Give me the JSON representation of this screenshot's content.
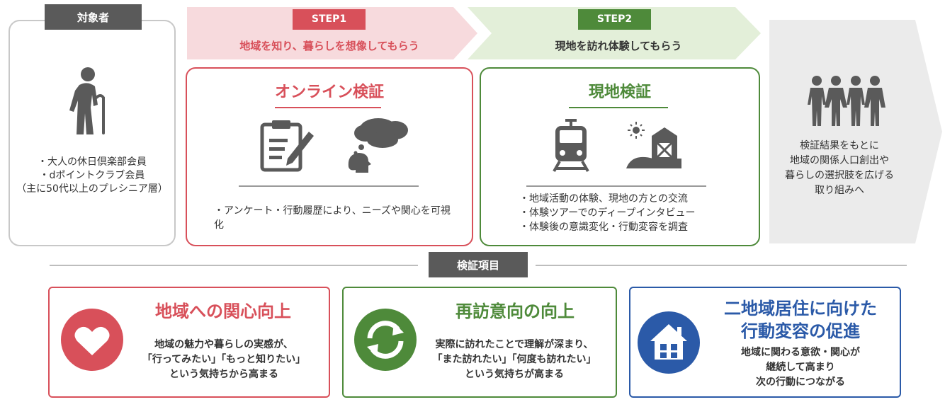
{
  "target": {
    "label": "対象者",
    "line1": "・大人の休日倶楽部会員",
    "line2": "・dポイントクラブ会員",
    "line3": "（主に50代以上のプレシニア層）"
  },
  "step1": {
    "badge": "STEP1",
    "subtitle": "地域を知り、暮らしを想像してもらう",
    "card_title": "オンライン検証",
    "body": "・アンケート・行動履歴により、ニーズや関心を可視化"
  },
  "step2": {
    "badge": "STEP2",
    "subtitle": "現地を訪れ体験してもらう",
    "card_title": "現地検証",
    "body_line1": "・地域活動の体験、現地の方との交流",
    "body_line2": "・体験ツアーでのディープインタビュー",
    "body_line3": "・体験後の意識変化・行動変容を調査"
  },
  "result": {
    "line1": "検証結果をもとに",
    "line2": "地域の関係人口創出や",
    "line3": "暮らしの選択肢を広げる",
    "line4": "取り組みへ"
  },
  "verification": {
    "label": "検証項目"
  },
  "items": [
    {
      "title": "地域への関心向上",
      "desc1": "地域の魅力や暮らしの実感が、",
      "desc2": "「行ってみたい」「もっと知りたい」",
      "desc3": "という気持ちから高まる"
    },
    {
      "title": "再訪意向の向上",
      "desc1": "実際に訪れたことで理解が深まり、",
      "desc2": "「また訪れたい」「何度も訪れたい」",
      "desc3": "という気持ちが高まる"
    },
    {
      "title1": "二地域居住に向けた",
      "title2": "行動変容の促進",
      "desc1": "地域に関わる意欲・関心が",
      "desc2": "継続して高まり",
      "desc3": "次の行動につながる"
    }
  ],
  "colors": {
    "red": "#d8505a",
    "green": "#4e8a3a",
    "blue": "#2b5aa8",
    "dark_label": "#5a5a5a",
    "step1_band": "#f7dadd",
    "step2_band": "#e3efd9",
    "result_band": "#ebebeb"
  },
  "icons": [
    "elderly-person-icon",
    "clipboard-pen-icon",
    "thinking-head-icon",
    "train-icon",
    "barn-landscape-icon",
    "group-people-icon",
    "heart-icon",
    "refresh-cycle-icon",
    "house-icon"
  ]
}
